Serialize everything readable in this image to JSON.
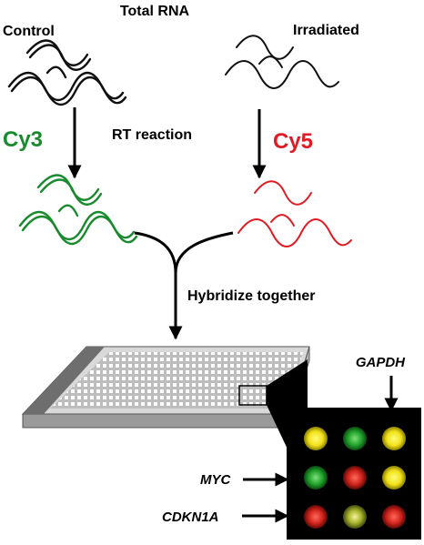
{
  "labels": {
    "total_rna": "Total RNA",
    "control": "Control",
    "irradiated": "Irradiated",
    "rt_reaction": "RT reaction",
    "cy3": "Cy3",
    "cy5": "Cy5",
    "hybridize": "Hybridize together",
    "gapdh": "GAPDH",
    "myc": "MYC",
    "cdkn1a": "CDKN1A"
  },
  "colors": {
    "cy3": "#1a8a2e",
    "cy5": "#e01b24",
    "rna_black": "#111111",
    "slide_gray": "#c8c8c8",
    "array_bg": "#000000"
  },
  "spot_grid": [
    [
      "yellow",
      "green",
      "yellow"
    ],
    [
      "green",
      "red",
      "yellow"
    ],
    [
      "red",
      "yellow-green",
      "red"
    ]
  ]
}
